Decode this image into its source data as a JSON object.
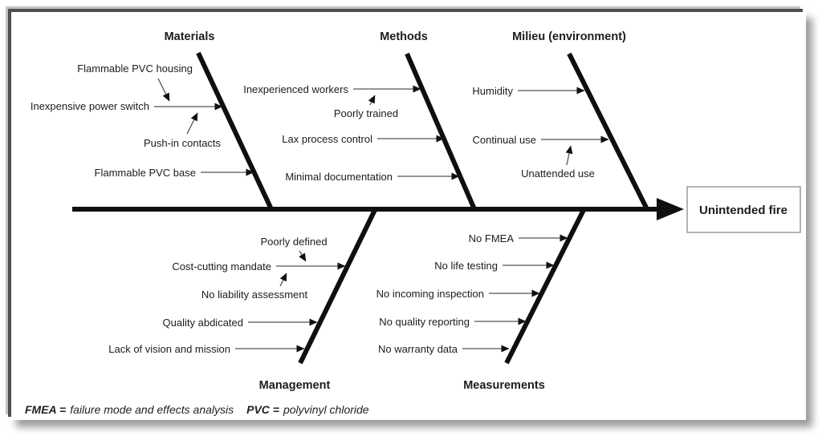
{
  "palette": {
    "ink": "#1c1c1c",
    "bone_line": "#0f0f0f",
    "connector_line": "#555555",
    "effect_box_border": "#9a9a9a",
    "frame_border": "#4e4e4e"
  },
  "effect": {
    "label": "Unintended fire"
  },
  "branches": [
    {
      "label": "Materials",
      "side": "top",
      "causes": [
        "Flammable PVC housing",
        "Inexpensive power switch",
        "Push-in contacts",
        "Flammable PVC base"
      ]
    },
    {
      "label": "Methods",
      "side": "top",
      "causes": [
        "Inexperienced workers",
        "Poorly trained",
        "Lax process control",
        "Minimal documentation"
      ]
    },
    {
      "label": "Milieu (environment)",
      "side": "top",
      "causes": [
        "Humidity",
        "Continual use",
        "Unattended use"
      ]
    },
    {
      "label": "Management",
      "side": "bottom",
      "causes": [
        "Poorly defined",
        "Cost-cutting mandate",
        "No liability assessment",
        "Quality abdicated",
        "Lack of vision and mission"
      ]
    },
    {
      "label": "Measurements",
      "side": "bottom",
      "causes": [
        "No FMEA",
        "No life testing",
        "No incoming inspection",
        "No quality reporting",
        "No warranty data"
      ]
    }
  ],
  "footer": {
    "fmea_term": "FMEA =",
    "fmea_def": "failure mode and effects analysis",
    "pvc_term": "PVC =",
    "pvc_def": "polyvinyl chloride"
  }
}
